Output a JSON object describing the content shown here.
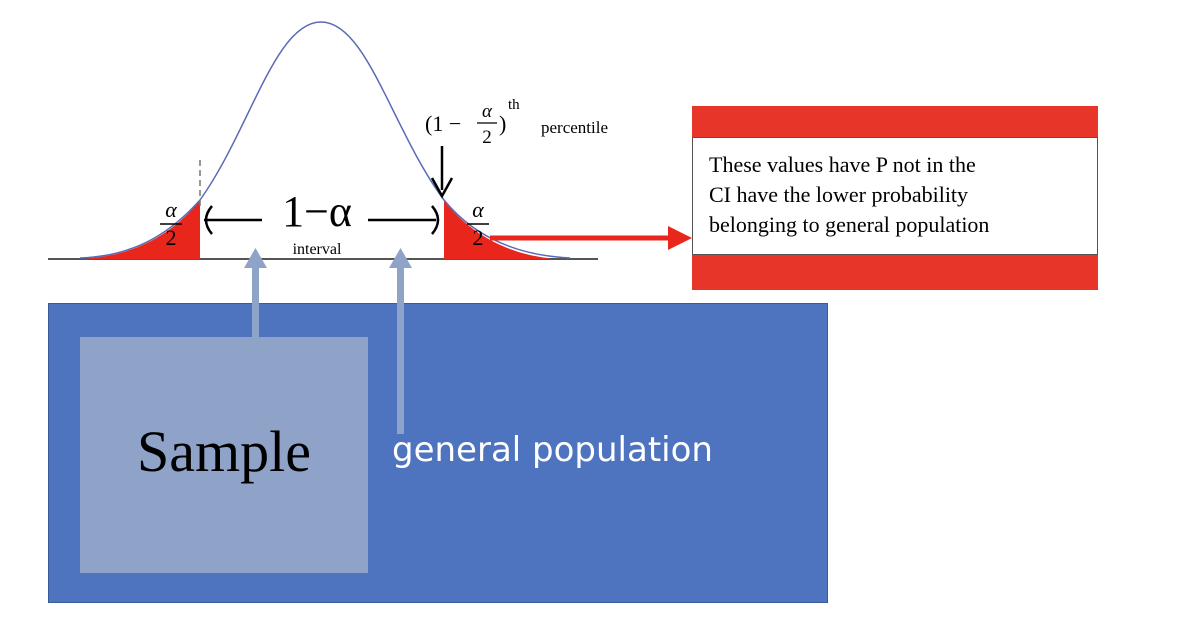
{
  "figure": {
    "alpha_symbol": "α",
    "fraction_bar_denominator": "2",
    "interval_main": "1−α",
    "interval_sub": "interval",
    "percentile_expr_open": "(1 −",
    "percentile_expr_close": ")",
    "percentile_superscript": "th",
    "percentile_word": "percentile"
  },
  "callout": {
    "lines": [
      "These values have P not in the",
      "CI have the lower probability",
      "belonging to general population"
    ]
  },
  "boxes": {
    "sample_label": "Sample",
    "population_label": "general population"
  },
  "colors": {
    "tail_fill": "#e8261c",
    "curve": "#5a6bb5",
    "population": "#4e73bf",
    "sample": "#8fa3c9",
    "callout_red": "#e8352a",
    "pointer": "#8fa3c9"
  }
}
